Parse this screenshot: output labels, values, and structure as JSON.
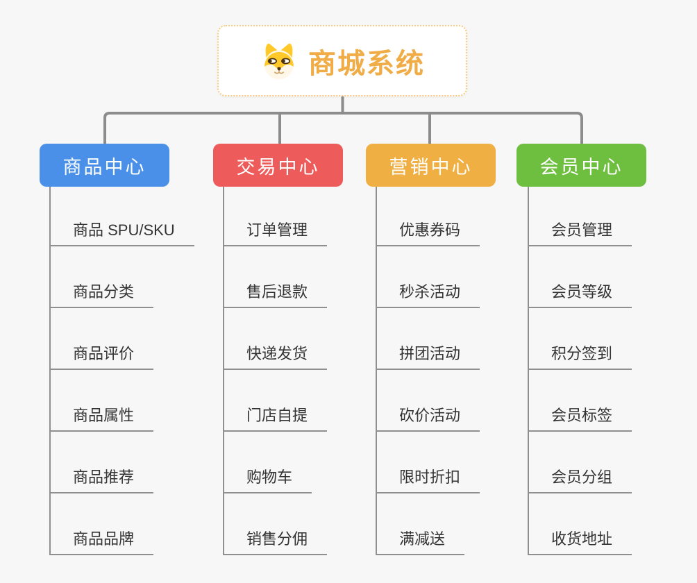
{
  "page": {
    "background": "#F7F7F7"
  },
  "root": {
    "title": "商城系统",
    "icon": "dog-face-icon",
    "accent": "#F0AC47",
    "border_color": "#F6C97E",
    "background": "#FFFFFF"
  },
  "colors": {
    "connector": "#8C8C8C",
    "item_line": "#8F8F8F",
    "item_text": "#333333"
  },
  "branches": [
    {
      "label": "商品中心",
      "color": "#4A90E8",
      "items": [
        "商品 SPU/SKU",
        "商品分类",
        "商品评价",
        "商品属性",
        "商品推荐",
        "商品品牌"
      ]
    },
    {
      "label": "交易中心",
      "color": "#ED5B5B",
      "items": [
        "订单管理",
        "售后退款",
        "快递发货",
        "门店自提",
        "购物车",
        "销售分佣"
      ]
    },
    {
      "label": "营销中心",
      "color": "#EFAF42",
      "items": [
        "优惠券码",
        "秒杀活动",
        "拼团活动",
        "砍价活动",
        "限时折扣",
        "满减送"
      ]
    },
    {
      "label": "会员中心",
      "color": "#6EBE40",
      "items": [
        "会员管理",
        "会员等级",
        "积分签到",
        "会员标签",
        "会员分组",
        "收货地址"
      ]
    }
  ]
}
